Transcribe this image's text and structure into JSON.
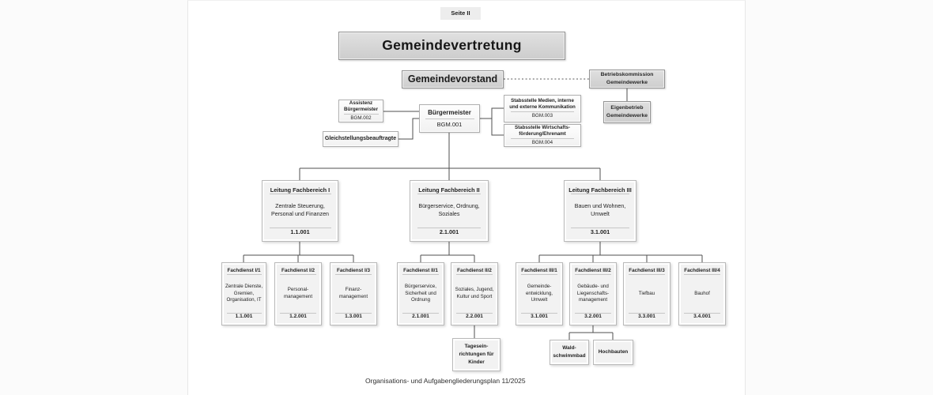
{
  "page": {
    "label": "Seite II",
    "footer": "Organisations- und Aufgabengliederungsplan 11/2025"
  },
  "nodes": {
    "council": {
      "title": "Gemeindevertretung"
    },
    "board": {
      "title": "Gemeindevorstand"
    },
    "commission": {
      "title": "Betriebskommission Gemeindewerke"
    },
    "utility": {
      "title": "Eigenbetrieb Gemeindewerke"
    },
    "assistant": {
      "title": "Assistenz Bürgermeister",
      "code": "BGM.002"
    },
    "mayor": {
      "title": "Bürgermeister",
      "code": "BGM.001"
    },
    "staff_media": {
      "title": "Stabsstelle Medien, interne und externe Kommunikation",
      "code": "BGM.003"
    },
    "staff_economy": {
      "title": "Stabsstelle Wirtschafts-förderung/Ehrenamt",
      "code": "BGM.004"
    },
    "equal_opportunity": {
      "title": "Gleichstellungsbeauftragte"
    }
  },
  "departments": [
    {
      "title": "Leitung Fachbereich I",
      "subtitle": "Zentrale Steuerung, Personal und Finanzen",
      "code": "1.1.001"
    },
    {
      "title": "Leitung Fachbereich II",
      "subtitle": "Bürgerservice, Ordnung, Soziales",
      "code": "2.1.001"
    },
    {
      "title": "Leitung Fachbereich III",
      "subtitle": "Bauen und Wohnen, Umwelt",
      "code": "3.1.001"
    }
  ],
  "services": [
    {
      "title": "Fachdienst I/1",
      "subtitle": "Zentrale Dienste, Gremien, Organisation, IT",
      "code": "1.1.001"
    },
    {
      "title": "Fachdienst I/2",
      "subtitle": "Personal-management",
      "code": "1.2.001"
    },
    {
      "title": "Fachdienst I/3",
      "subtitle": "Finanz-management",
      "code": "1.3.001"
    },
    {
      "title": "Fachdienst II/1",
      "subtitle": "Bürgerservice, Sicherheit und Ordnung",
      "code": "2.1.001"
    },
    {
      "title": "Fachdienst II/2",
      "subtitle": "Soziales, Jugend, Kultur und Sport",
      "code": "2.2.001"
    },
    {
      "title": "Fachdienst III/1",
      "subtitle": "Gemeinde-entwicklung, Umwelt",
      "code": "3.1.001"
    },
    {
      "title": "Fachdienst III/2",
      "subtitle": "Gebäude- und Liegenschafts-management",
      "code": "3.2.001"
    },
    {
      "title": "Fachdienst III/3",
      "subtitle": "Tiefbau",
      "code": "3.3.001"
    },
    {
      "title": "Fachdienst III/4",
      "subtitle": "Bauhof",
      "code": "3.4.001"
    }
  ],
  "sub_units": [
    {
      "title": "Tagesein-richtungen für Kinder"
    },
    {
      "title": "Wald-schwimmbad"
    },
    {
      "title": "Hochbauten"
    }
  ],
  "colors": {
    "connector": "#4f4f4f",
    "gray_box_fill": "#d6d6d6",
    "light_box_fill": "#f2f2f2"
  }
}
